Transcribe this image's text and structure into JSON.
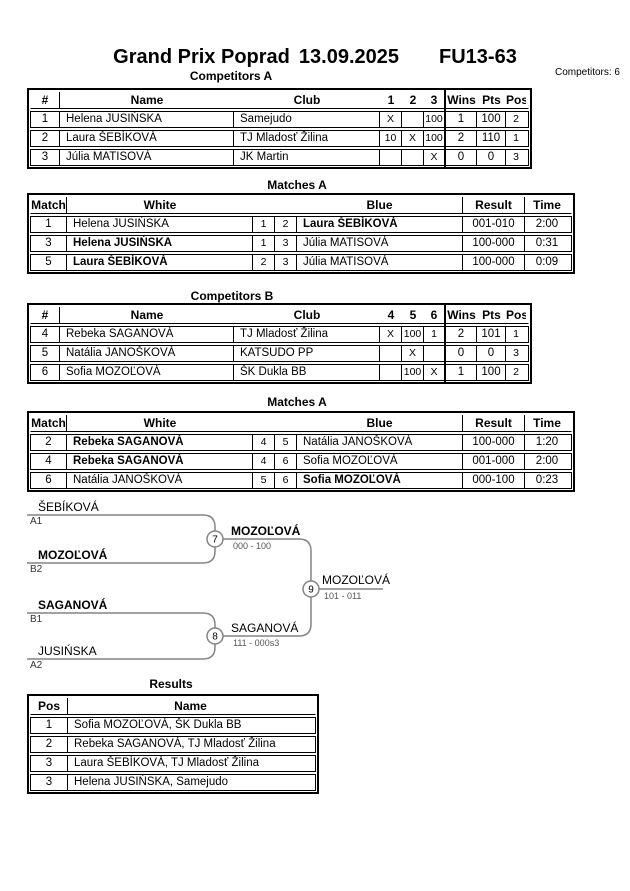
{
  "header": {
    "title_event": "Grand Prix Poprad",
    "title_date": "13.09.2025",
    "title_category": "FU13-63",
    "competitors_count": "Competitors: 6"
  },
  "sections": {
    "competitors_a": {
      "heading": "Competitors A",
      "columns": [
        "#",
        "Name",
        "Club",
        "1",
        "2",
        "3",
        "Wins",
        "Pts",
        "Pos"
      ],
      "rows": [
        {
          "num": "1",
          "name": "Helena JUSIŃSKA",
          "club": "Samejudo",
          "r1": "X",
          "r2": "",
          "r3": "100",
          "wins": "1",
          "pts": "100",
          "pos": "2"
        },
        {
          "num": "2",
          "name": "Laura ŠEBÍKOVÁ",
          "club": "TJ Mladosť Žilina",
          "r1": "10",
          "r2": "X",
          "r3": "100",
          "wins": "2",
          "pts": "110",
          "pos": "1"
        },
        {
          "num": "3",
          "name": "Júlia MATISOVÁ",
          "club": "JK Martin",
          "r1": "",
          "r2": "",
          "r3": "X",
          "wins": "0",
          "pts": "0",
          "pos": "3"
        }
      ]
    },
    "matches_a1": {
      "heading": "Matches A",
      "columns": [
        "Match",
        "White",
        "",
        "",
        "Blue",
        "Result",
        "Time"
      ],
      "rows": [
        {
          "match": "1",
          "white": "Helena JUSIŃSKA",
          "white_bold": false,
          "white_num": "1",
          "blue_num": "2",
          "blue": "Laura ŠEBÍKOVÁ",
          "blue_bold": true,
          "result": "001-010",
          "time": "2:00"
        },
        {
          "match": "3",
          "white": "Helena JUSIŃSKA",
          "white_bold": true,
          "white_num": "1",
          "blue_num": "3",
          "blue": "Júlia MATISOVÁ",
          "blue_bold": false,
          "result": "100-000",
          "time": "0:31"
        },
        {
          "match": "5",
          "white": "Laura ŠEBÍKOVÁ",
          "white_bold": true,
          "white_num": "2",
          "blue_num": "3",
          "blue": "Júlia MATISOVÁ",
          "blue_bold": false,
          "result": "100-000",
          "time": "0:09"
        }
      ]
    },
    "competitors_b": {
      "heading": "Competitors B",
      "columns": [
        "#",
        "Name",
        "Club",
        "4",
        "5",
        "6",
        "Wins",
        "Pts",
        "Pos"
      ],
      "rows": [
        {
          "num": "4",
          "name": "Rebeka SAGANOVÁ",
          "club": "TJ Mladosť Žilina",
          "r1": "X",
          "r2": "100",
          "r3": "1",
          "wins": "2",
          "pts": "101",
          "pos": "1"
        },
        {
          "num": "5",
          "name": "Natália JANOŠKOVÁ",
          "club": "KATSUDO PP",
          "r1": "",
          "r2": "X",
          "r3": "",
          "wins": "0",
          "pts": "0",
          "pos": "3"
        },
        {
          "num": "6",
          "name": "Sofia MOZOĽOVÁ",
          "club": "ŠK Dukla BB",
          "r1": "",
          "r2": "100",
          "r3": "X",
          "wins": "1",
          "pts": "100",
          "pos": "2"
        }
      ]
    },
    "matches_a2": {
      "heading": "Matches A",
      "columns": [
        "Match",
        "White",
        "",
        "",
        "Blue",
        "Result",
        "Time"
      ],
      "rows": [
        {
          "match": "2",
          "white": "Rebeka SAGANOVÁ",
          "white_bold": true,
          "white_num": "4",
          "blue_num": "5",
          "blue": "Natália JANOŠKOVÁ",
          "blue_bold": false,
          "result": "100-000",
          "time": "1:20"
        },
        {
          "match": "4",
          "white": "Rebeka SAGANOVÁ",
          "white_bold": true,
          "white_num": "4",
          "blue_num": "6",
          "blue": "Sofia MOZOĽOVÁ",
          "blue_bold": false,
          "result": "001-000",
          "time": "2:00"
        },
        {
          "match": "6",
          "white": "Natália JANOŠKOVÁ",
          "white_bold": false,
          "white_num": "5",
          "blue_num": "6",
          "blue": "Sofia MOZOĽOVÁ",
          "blue_bold": true,
          "result": "000-100",
          "time": "0:23"
        }
      ]
    },
    "results": {
      "heading": "Results",
      "columns": [
        "Pos",
        "Name"
      ],
      "rows": [
        {
          "pos": "1",
          "name": "Sofia MOZOĽOVÁ, ŠK Dukla BB"
        },
        {
          "pos": "2",
          "name": "Rebeka SAGANOVÁ, TJ Mladosť Žilina"
        },
        {
          "pos": "3",
          "name": "Laura ŠEBÍKOVÁ, TJ Mladosť Žilina"
        },
        {
          "pos": "3",
          "name": "Helena JUSIŃSKA, Samejudo"
        }
      ]
    }
  },
  "bracket": {
    "seeds": [
      {
        "name": "ŠEBÍKOVÁ",
        "code": "A1",
        "bold": false
      },
      {
        "name": "MOZOĽOVÁ",
        "code": "B2",
        "bold": true
      },
      {
        "name": "SAGANOVÁ",
        "code": "B1",
        "bold": true
      },
      {
        "name": "JUSIŃSKA",
        "code": "A2",
        "bold": false
      }
    ],
    "matches": [
      {
        "number": "7",
        "winner": "MOZOĽOVÁ",
        "score": "000 - 100",
        "bold": true
      },
      {
        "number": "8",
        "winner": "SAGANOVÁ",
        "score": "111 - 000s3",
        "bold": false
      },
      {
        "number": "9",
        "winner": "MOZOĽOVÁ",
        "score": "101 - 011",
        "bold": false
      }
    ],
    "line_color": "#848484"
  }
}
